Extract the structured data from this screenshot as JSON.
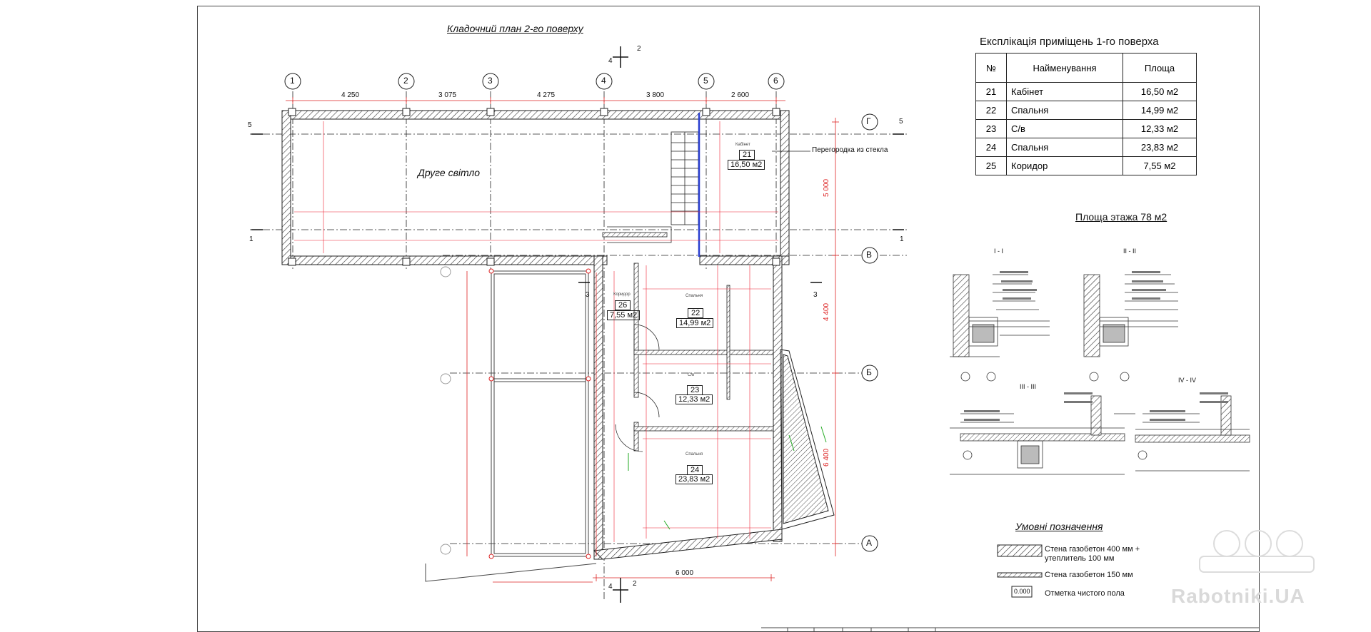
{
  "plan": {
    "title": "Кладочний план 2-го поверху",
    "axes_top": [
      "1",
      "2",
      "3",
      "4",
      "5",
      "6"
    ],
    "axes_right": [
      "Г",
      "В",
      "Б",
      "А"
    ],
    "dims_top": [
      "4 250",
      "3 075",
      "4 275",
      "3 800",
      "2 600"
    ],
    "dims_right": [
      "5 000",
      "4 400",
      "6 400"
    ],
    "dim_bottom": "6 000",
    "section_marks": [
      "1",
      "2",
      "3",
      "4",
      "5"
    ],
    "second_light": "Друге світло",
    "partition_label": "Перегородка из стекла",
    "rooms": [
      {
        "num": "21",
        "area": "16,50 м2",
        "name": "Кабінет"
      },
      {
        "num": "22",
        "area": "14,99 м2",
        "name": "Спальня"
      },
      {
        "num": "23",
        "area": "12,33 м2",
        "name": "С/в"
      },
      {
        "num": "24",
        "area": "23,83 м2",
        "name": "Спальня"
      },
      {
        "num": "26",
        "area": "7,55 м2",
        "name": "Коридор"
      }
    ]
  },
  "explication": {
    "title": "Експлікація приміщень 1-го поверха",
    "headers": [
      "№",
      "Найменування",
      "Площа"
    ],
    "rows": [
      [
        "21",
        "Кабінет",
        "16,50 м2"
      ],
      [
        "22",
        "Спальня",
        "14,99 м2"
      ],
      [
        "23",
        "С/в",
        "12,33 м2"
      ],
      [
        "24",
        "Спальня",
        "23,83 м2"
      ],
      [
        "25",
        "Коридор",
        "7,55 м2"
      ]
    ]
  },
  "floor_area": "Площа этажа 78 м2",
  "sections": [
    "I - I",
    "II - II",
    "III - III",
    "IV - IV"
  ],
  "legend": {
    "title": "Умовні позначення",
    "items": [
      "Стена газобетон 400 мм + утеплитель 100 мм",
      "Стена газобетон 150 мм",
      "Отметка чистого пола"
    ],
    "mark_value": "0.000"
  },
  "watermark": "Rabotniki.UA"
}
